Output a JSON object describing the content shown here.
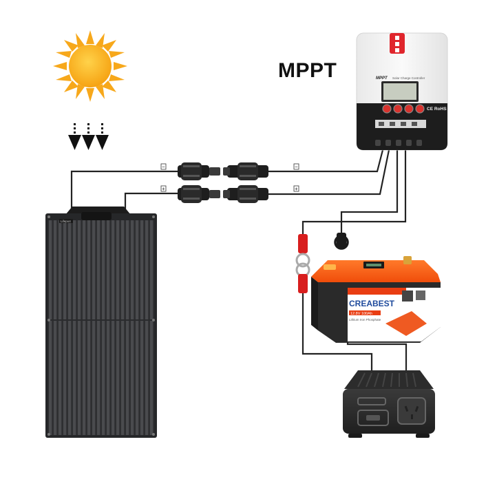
{
  "diagram": {
    "controller_title": "MPPT",
    "controller_header_text": "Solar Charge Controller",
    "controller_brand": "MPPT",
    "controller_marks": "CE RoHS",
    "panel_brand": "Lifepo4",
    "battery_brand": "CREABEST",
    "battery_model": "12.8V 100Ah",
    "battery_chemistry": "Lithium Iron Phosphate",
    "polarity_minus": "−",
    "polarity_plus": "+"
  },
  "colors": {
    "sun": "#fbb321",
    "sun_ray": "#f7a81b",
    "panel": "#2b2c2e",
    "battery_orange": "#ff5a12",
    "battery_body": "#2a2a2a",
    "controller_body": "#f2f2f2",
    "controller_base": "#1d1d1d",
    "button_red": "#d8332e",
    "wire": "#222222",
    "terminal_red": "#d81e1e",
    "inverter": "#2c2c2c"
  },
  "icons": [
    "sun-icon",
    "arrow-down-icon",
    "solar-panel-icon",
    "mc4-connector-icon",
    "charge-controller-icon",
    "battery-icon",
    "inverter-icon",
    "ring-terminal-icon"
  ]
}
